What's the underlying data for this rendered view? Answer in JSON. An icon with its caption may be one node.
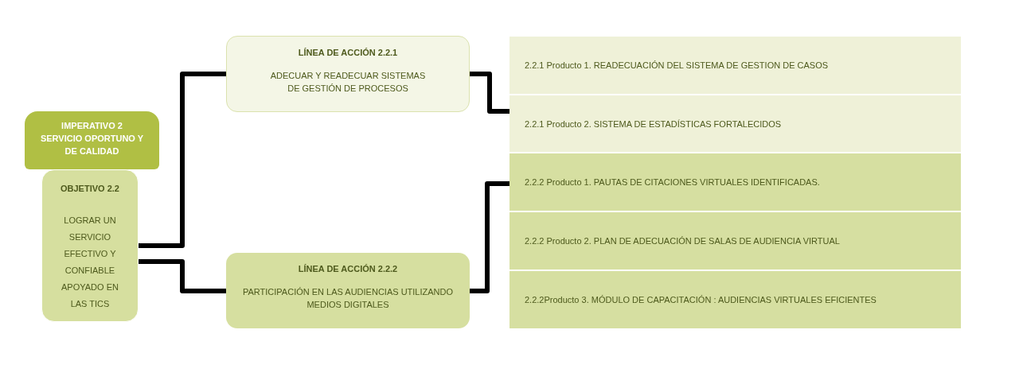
{
  "diagram": {
    "nodes": [
      {
        "text": [
          "IMPERATIVO  2",
          "SERVICIO OPORTUNO Y DE CALIDAD"
        ]
      },
      {
        "text": [
          "OBJETIVO  2.2",
          "LOGRAR UN SERVICIO EFECTIVO Y CONFIABLE APOYADO EN LAS TICS"
        ]
      },
      {
        "text": [
          "LÍNEA DE ACCIÓN 2.2.1",
          "ADECUAR  Y READECUAR SISTEMAS  DE GESTIÓN  DE PROCESOS"
        ]
      },
      {
        "text": [
          "LÍNEA DE ACCIÓN 2.2.2",
          "PARTICIPACIÓN EN  LAS AUDIENCIAS  UTILIZANDO MEDIOS DIGITALES"
        ]
      },
      {
        "text": [
          "2.2.1 Producto 1. READECUACIÓN  DEL SISTEMA DE GESTION DE CASOS"
        ]
      },
      {
        "text": [
          "2.2.1 Producto 2. SISTEMA DE ESTADÍSTICAS  FORTALECIDOS"
        ]
      },
      {
        "text": [
          "2.2.2 Producto 1. PAUTAS DE CITACIONES VIRTUALES  IDENTIFICADAS."
        ]
      },
      {
        "text": [
          "2.2.2 Producto 2. PLAN DE ADECUACIÓN  DE SALAS DE AUDIENCIA VIRTUAL"
        ]
      },
      {
        "text": [
          "2.2.2Producto 3. MÓDULO DE CAPACITACIÓN  : AUDIENCIAS  VIRTUALES  EFICIENTES"
        ]
      }
    ],
    "edges": [
      {
        "from": 1,
        "to": 2,
        "arrow": "none"
      },
      {
        "from": 1,
        "to": 3,
        "arrow": "none"
      },
      {
        "from": 2,
        "to": 5,
        "arrow": "none"
      },
      {
        "from": 3,
        "to": 6,
        "arrow": "none"
      }
    ]
  }
}
